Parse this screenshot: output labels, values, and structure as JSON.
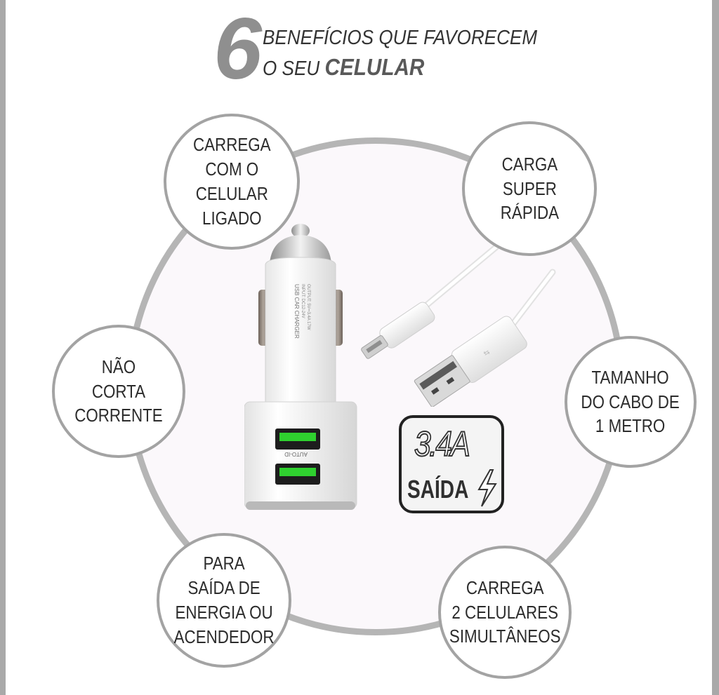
{
  "header": {
    "number": "6",
    "line1": "BENEFÍCIOS QUE FAVORECEM",
    "line2_prefix": "O SEU ",
    "line2_highlight": "CELULAR"
  },
  "benefits": [
    {
      "label": "CARREGA\nCOM O\nCELULAR\nLIGADO"
    },
    {
      "label": "CARGA\nSUPER\nRÁPIDA"
    },
    {
      "label": "NÃO\nCORTA\nCORRENTE"
    },
    {
      "label": "TAMANHO\nDO CABO DE\n1 METRO"
    },
    {
      "label": "PARA\nSAÍDA DE\nENERGIA OU\nACENDEDOR"
    },
    {
      "label": "CARREGA\n2 CELULARES\nSIMULTÂNEOS"
    }
  ],
  "charger": {
    "body_text_1": "USB CAR CHARGER",
    "body_text_2": "INPUT: DC12-24V",
    "body_text_3": "OUTPUT: 5V⎓3.4A 17W",
    "port_label": "AUTO-ID",
    "port_color": "#2fd12f"
  },
  "badge": {
    "amperage": "3.4A",
    "label": "SAÍDA"
  },
  "colors": {
    "frame": "#a9a9a9",
    "ring": "#b5b5b5",
    "bubble_border": "#a3a3a3",
    "accent_gray": "#8f8f8f"
  }
}
